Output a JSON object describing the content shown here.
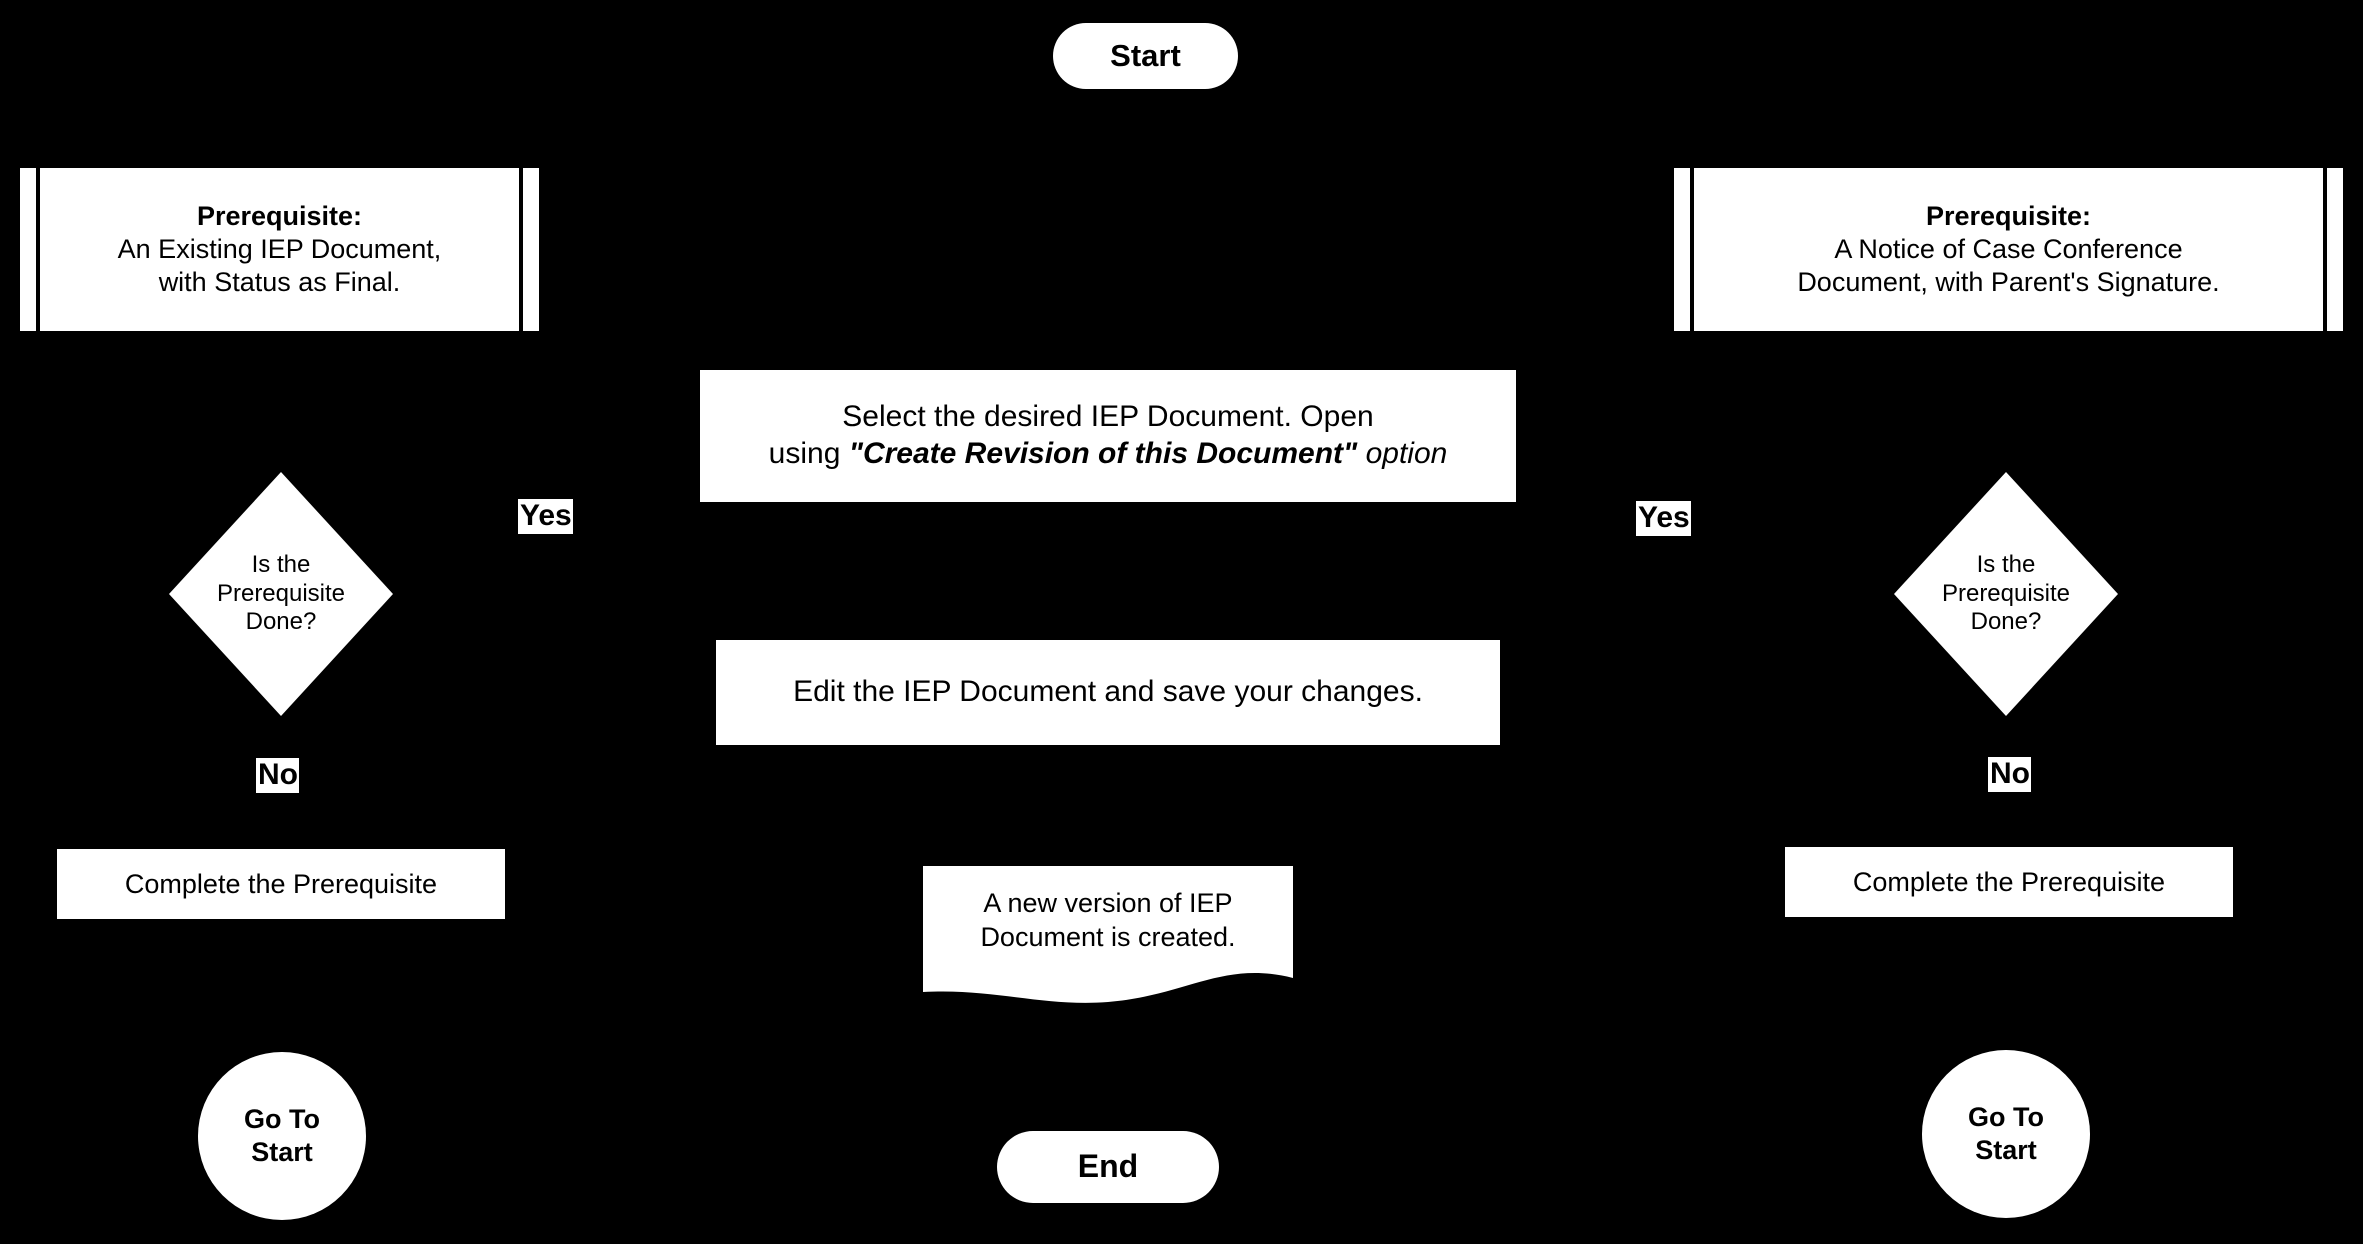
{
  "diagram": {
    "title": "IEP Document Revision Flowchart",
    "background_color": "#000000",
    "node_fill_color": "#ffffff",
    "node_text_color": "#000000"
  },
  "nodes": {
    "start": {
      "label": "Start",
      "shape": "terminator"
    },
    "end": {
      "label": "End",
      "shape": "terminator"
    },
    "prereq_left": {
      "shape": "predefined-process",
      "heading": "Prerequisite:",
      "line1": "An Existing IEP Document,",
      "line2": "with Status as Final."
    },
    "prereq_right": {
      "shape": "predefined-process",
      "heading": "Prerequisite:",
      "line1": "A Notice of Case Conference",
      "line2": "Document, with Parent's Signature."
    },
    "decision_left": {
      "shape": "decision",
      "line1": "Is the",
      "line2": "Prerequisite",
      "line3": "Done?"
    },
    "decision_right": {
      "shape": "decision",
      "line1": "Is the",
      "line2": "Prerequisite",
      "line3": "Done?"
    },
    "select_doc": {
      "shape": "process",
      "line1": "Select the desired IEP Document. Open",
      "line2_prefix": "using ",
      "line2_quoted": "\"Create Revision of this Document\"",
      "line2_suffix": " option"
    },
    "edit_doc": {
      "shape": "process",
      "label": "Edit the IEP Document and save your changes."
    },
    "new_version": {
      "shape": "document",
      "line1": "A new version of IEP",
      "line2": "Document is created."
    },
    "complete_prereq_left": {
      "shape": "process",
      "label": "Complete the Prerequisite"
    },
    "complete_prereq_right": {
      "shape": "process",
      "label": "Complete the Prerequisite"
    },
    "goto_start_left": {
      "shape": "circle",
      "line1": "Go To",
      "line2": "Start"
    },
    "goto_start_right": {
      "shape": "circle",
      "line1": "Go To",
      "line2": "Start"
    }
  },
  "edge_labels": {
    "left_yes": "Yes",
    "left_no": "No",
    "right_yes": "Yes",
    "right_no": "No"
  }
}
